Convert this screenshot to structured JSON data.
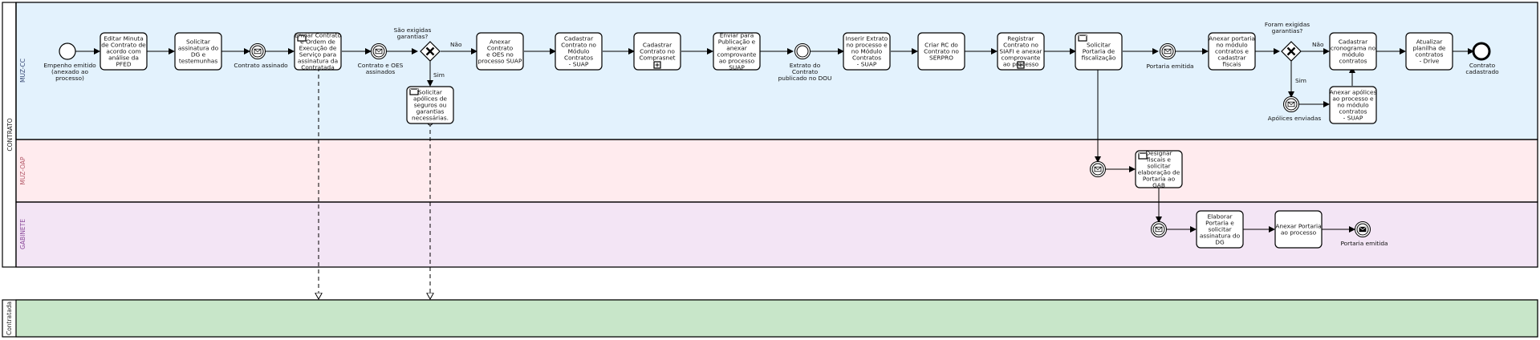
{
  "pools": {
    "contrato": "CONTRATO",
    "contratada": "Contratada"
  },
  "lanes": {
    "muz_cc": "MUZ-CC",
    "muz_oap": "MUZ-OAP",
    "gabinete": "GABINETE"
  },
  "colors": {
    "lane_cc": "#e3f2fd",
    "lane_oap": "#ffebee",
    "lane_gab": "#f3e5f5",
    "lane_contratada": "#c8e6c9",
    "lane_title_cc": "#3a4a75",
    "lane_title_oap": "#b45b6a",
    "lane_title_gab": "#8a4a9a"
  },
  "events": {
    "start_label": [
      "Empenho emitido",
      "(anexado ao",
      "processo)"
    ],
    "contrato_assinado": [
      "Contrato assinado"
    ],
    "contrato_oes": [
      "Contrato e OES",
      "assinados"
    ],
    "extrato_publicado": [
      "Extrato do",
      "Contrato",
      "publicado no DOU"
    ],
    "portaria_emitida_cc": [
      "Portaria emitida"
    ],
    "apolices_enviadas": [
      "Apólices enviadas"
    ],
    "end_label": [
      "Contrato",
      "cadastrado"
    ],
    "portaria_emitida_gab": [
      "Portaria emitida"
    ]
  },
  "gateways": {
    "g1_question": [
      "São exigidas",
      "garantias?"
    ],
    "g1_no": "Não",
    "g1_yes": "Sim",
    "g2_question": [
      "Foram exigidas",
      "garantias?"
    ],
    "g2_no": "Não",
    "g2_yes": "Sim"
  },
  "tasks": {
    "t1": [
      "Editar Minuta",
      "de Contrato de",
      "acordo com",
      "análise da",
      "PFED"
    ],
    "t2": [
      "Solicitar",
      "assinatura do",
      "DG e",
      "testemunhas"
    ],
    "t3": [
      "Enviar Contrato",
      "e Ordem de",
      "Execução de",
      "Serviço para",
      "assinatura da",
      "Contratada"
    ],
    "t4": [
      "Solicitar",
      "apólices de",
      "seguros ou",
      "garantias",
      "necessárias."
    ],
    "t5": [
      "Anexar",
      "Contrato",
      "e OES no",
      "processo SUAP"
    ],
    "t6": [
      "Cadastrar",
      "Contrato no",
      "Módulo",
      "Contratos",
      "- SUAP"
    ],
    "t7": [
      "Cadastrar",
      "Contrato no",
      "Comprasnet"
    ],
    "t8": [
      "Enviar para",
      "Publicação e",
      "anexar",
      "comprovante",
      "ao processo",
      "SUAP"
    ],
    "t9": [
      "Inserir Extrato",
      "no processo e",
      "no Módulo",
      "Contratos",
      "- SUAP"
    ],
    "t10": [
      "Criar RC do",
      "Contrato no",
      "SERPRO"
    ],
    "t11": [
      "Registrar",
      "Contrato no",
      "SIAFI e anexar",
      "comprovante",
      "ao processo"
    ],
    "t12": [
      "Solicitar",
      "Portaria de",
      "fiscalização"
    ],
    "t13": [
      "Anexar portaria",
      "no módulo",
      "contratos e",
      "cadastrar",
      "fiscais"
    ],
    "t14": [
      "Cadastrar",
      "cronograma no",
      "módulo",
      "contratos"
    ],
    "t15": [
      "Anexar apólices",
      "ao processo e",
      "no módulo",
      "contratos",
      "- SUAP"
    ],
    "t16": [
      "Atualizar",
      "planilha de",
      "contratos",
      "- Drive"
    ],
    "t17": [
      "Designar",
      "fiscais e",
      "solicitar",
      "elaboração de",
      "Portaria ao",
      "GAB"
    ],
    "t18": [
      "Elaborar",
      "Portaria e",
      "solicitar",
      "assinatura do",
      "DG"
    ],
    "t19": [
      "Anexar Portaria",
      "ao processo"
    ]
  }
}
